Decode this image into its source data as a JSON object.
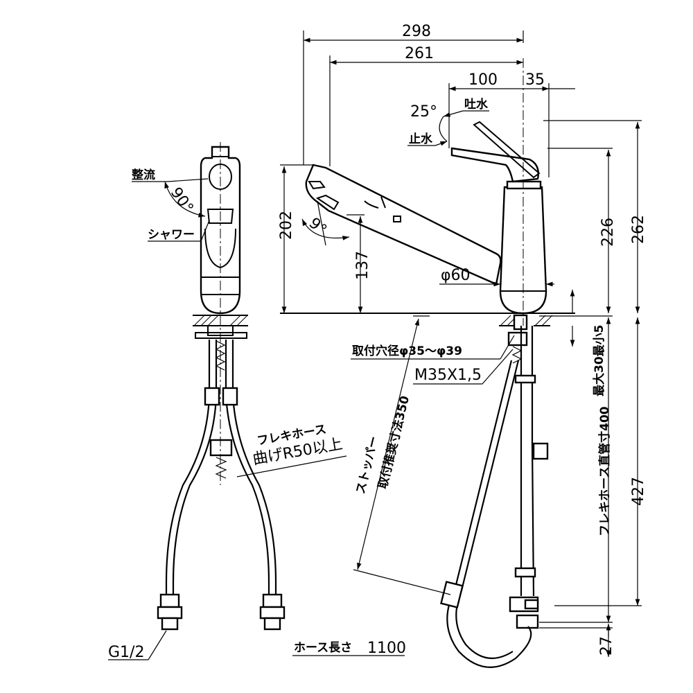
{
  "labels": {
    "seiryu": "整流",
    "shower": "シャワー",
    "flex_hose": "フレキホース",
    "bend_radius": "曲げR50以上",
    "g12": "G1/2",
    "hose_length_label": "ホース長さ",
    "hose_length_value": "1100",
    "toshui": "吐水",
    "shisui": "止水",
    "mount_hole": "取付穴径φ35～φ39",
    "thread": "M35X1,5",
    "stopper_line1": "ストッパー",
    "stopper_line2": "取付推奨寸法350",
    "max_thickness": "最大30最小5",
    "flex_straight": "フレキホース直管寸400"
  },
  "dimensions": {
    "d298": "298",
    "d261": "261",
    "d100": "100",
    "d35": "35",
    "d25deg": "25°",
    "d90deg": "90°",
    "d9deg": "9°",
    "d202": "202",
    "d137": "137",
    "d226": "226",
    "d262": "262",
    "d60": "φ60",
    "d427": "427",
    "d27": "27"
  }
}
